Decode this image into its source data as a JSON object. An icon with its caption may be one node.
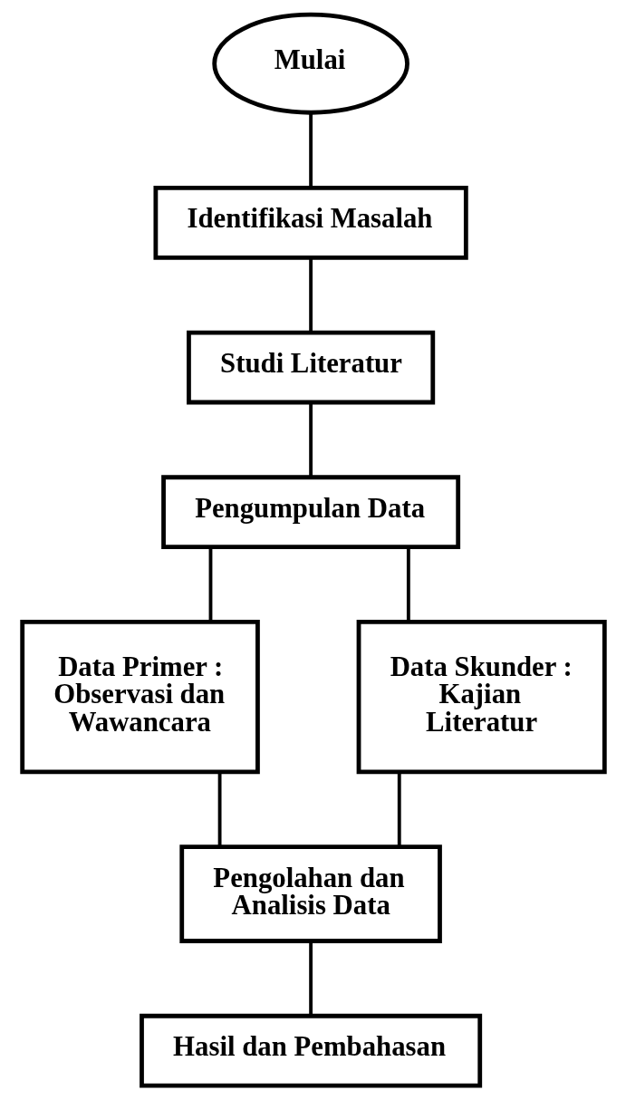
{
  "diagram": {
    "nodes": [
      {
        "text": [
          "Mulai"
        ]
      },
      {
        "text": [
          "Identifikasi Masalah"
        ]
      },
      {
        "text": [
          "Studi Literatur"
        ]
      },
      {
        "text": [
          "Pengumpulan Data"
        ]
      },
      {
        "text": [
          "Data Primer : Observasi dan Wawancara"
        ]
      },
      {
        "text": [
          "Data Skunder : Kajian Literatur"
        ]
      },
      {
        "text": [
          "Pengolahan dan Analisis Data"
        ]
      },
      {
        "text": [
          "Hasil dan Pembahasan"
        ]
      }
    ],
    "edges": [
      {
        "from": 0,
        "to": 1,
        "arrow": "none"
      },
      {
        "from": 1,
        "to": 2,
        "arrow": "none"
      },
      {
        "from": 2,
        "to": 3,
        "arrow": "none"
      },
      {
        "from": 3,
        "to": 4,
        "arrow": "none"
      },
      {
        "from": 3,
        "to": 5,
        "arrow": "none"
      },
      {
        "from": 4,
        "to": 6,
        "arrow": "none"
      },
      {
        "from": 5,
        "to": 6,
        "arrow": "none"
      },
      {
        "from": 6,
        "to": 7,
        "arrow": "none"
      }
    ]
  }
}
